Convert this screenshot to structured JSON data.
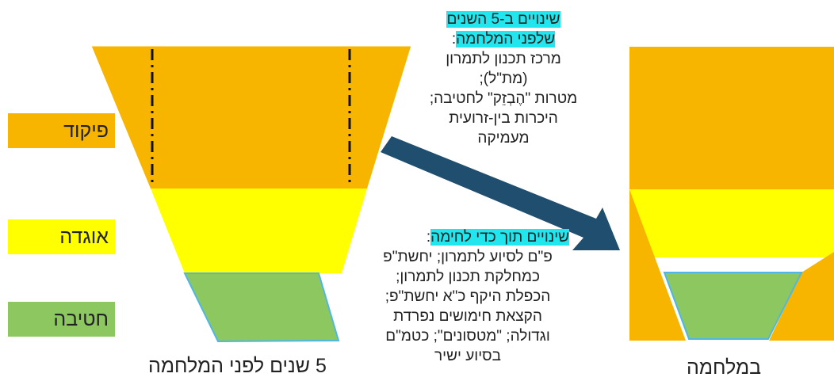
{
  "legend": {
    "items": [
      {
        "label": "פיקוד",
        "color": "#F7B500"
      },
      {
        "label": "אוגדה",
        "color": "#FFFF00"
      },
      {
        "label": "חטיבה",
        "color": "#8CC760"
      }
    ]
  },
  "note_before": {
    "title": "שינויים ב-5 השנים",
    "subtitle": "שלפני המלחמה",
    "lines": [
      "מרכז תכנון לתמרון",
      "(מת\"ל);",
      "מטרות \"הֶבְזֵק\" לחטיבה;",
      "היכרות בין-זרועית",
      "מעמיקה"
    ]
  },
  "note_during": {
    "title": "שינויים תוך כדי לחימה",
    "lines": [
      "פ\"ם לסיוע לתמרון; יחשת\"פ",
      "כמחלקת תכנון לתמרון;",
      "הכפלת היקף כ\"א יחשת\"פ;",
      "הקצאת חימושים נפרדת",
      "וגדולה; \"מטסונים\"; כטמ\"ם",
      "בסיוע ישיר"
    ]
  },
  "captions": {
    "before_war": "5 שנים לפני המלחמה",
    "in_war": "במלחמה"
  },
  "colors": {
    "command": "#F7B500",
    "division": "#FFFF00",
    "brigade": "#8CC760",
    "arrow": "#1F4E6E",
    "highlight": "#22E6EE"
  }
}
